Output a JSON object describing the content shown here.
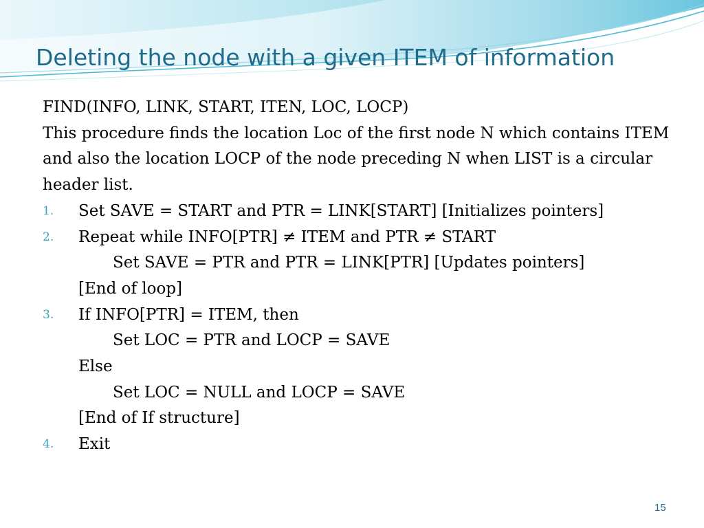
{
  "slide": {
    "title": "Deleting the node with a given ITEM of information",
    "signature": "FIND(INFO, LINK, START, ITEN, LOC, LOCP)",
    "description": "This procedure finds the location Loc of the first node N which contains ITEM and also the location LOCP of the node preceding N when LIST is a circular header list.",
    "steps": [
      {
        "number": "1.",
        "text": "Set SAVE = START and PTR = LINK[START] [Initializes pointers]"
      },
      {
        "number": "2.",
        "text": "Repeat  while INFO[PTR] ≠ ITEM and PTR ≠ START",
        "detail": "Set SAVE = PTR and PTR = LINK[PTR] [Updates pointers]",
        "end": "[End of loop]"
      },
      {
        "number": "3.",
        "text": "If INFO[PTR] = ITEM, then",
        "then_detail": "Set LOC = PTR and LOCP = SAVE",
        "else": "Else",
        "else_detail": "Set LOC = NULL and LOCP = SAVE",
        "end": "[End of If structure]"
      },
      {
        "number": "4.",
        "text": "Exit"
      }
    ],
    "page_number": "15"
  },
  "colors": {
    "title": "#1f6b8a",
    "numbering": "#33a7c4",
    "wave_light": "#d9f1f7",
    "wave_mid": "#8fd3e6",
    "wave_dark": "#3fb5d2"
  }
}
